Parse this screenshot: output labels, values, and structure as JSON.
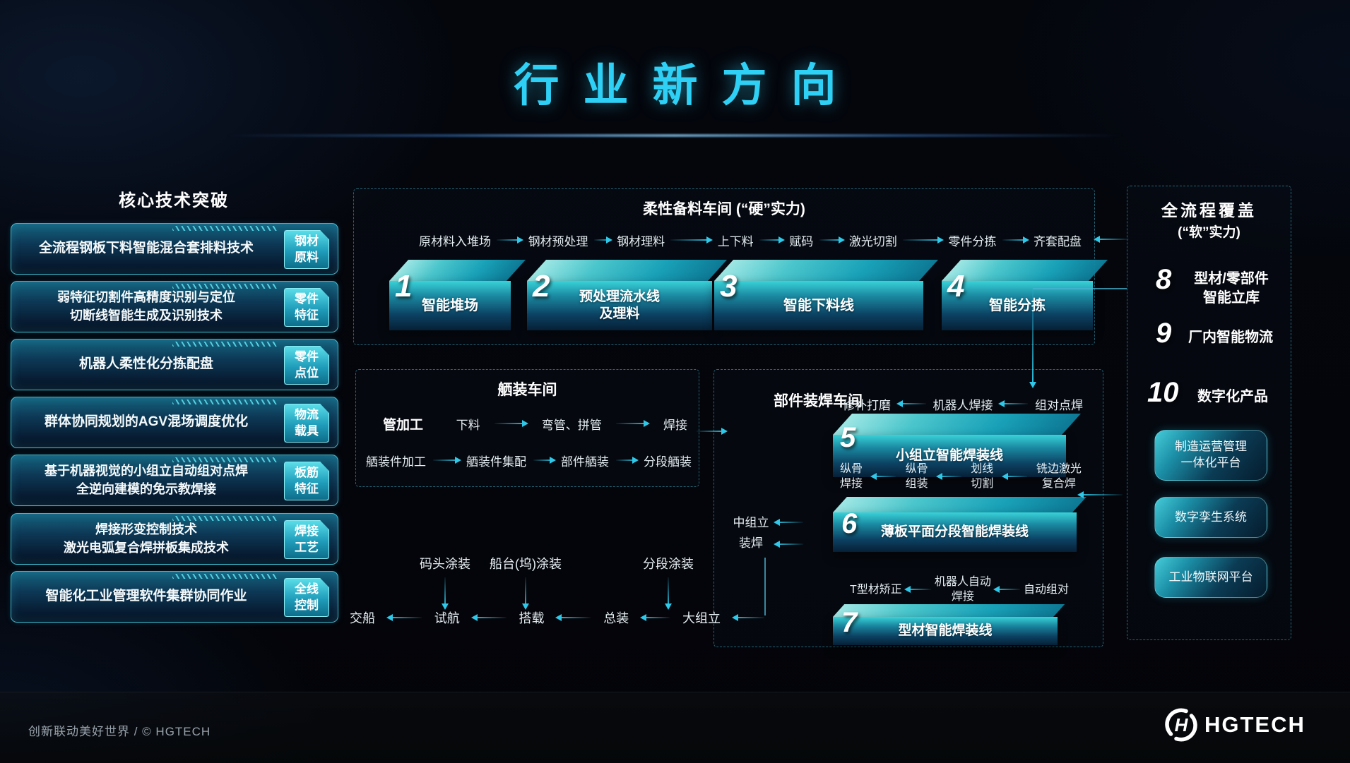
{
  "page": {
    "title": "行业新方向"
  },
  "sidebar": {
    "heading": "核心技术突破",
    "items": [
      {
        "text": [
          "全流程钢板下料智能混合套排料技术"
        ],
        "tag": [
          "钢材",
          "原料"
        ]
      },
      {
        "text": [
          "弱特征切割件高精度识别与定位",
          "切断线智能生成及识别技术"
        ],
        "tag": [
          "零件",
          "特征"
        ]
      },
      {
        "text": [
          "机器人柔性化分拣配盘"
        ],
        "tag": [
          "零件",
          "点位"
        ]
      },
      {
        "text": [
          "群体协同规划的AGV混场调度优化"
        ],
        "tag": [
          "物流",
          "载具"
        ]
      },
      {
        "text": [
          "基于机器视觉的小组立自动组对点焊",
          "全逆向建模的免示教焊接"
        ],
        "tag": [
          "板筋",
          "特征"
        ]
      },
      {
        "text": [
          "焊接形变控制技术",
          "激光电弧复合焊拼板集成技术"
        ],
        "tag": [
          "焊接",
          "工艺"
        ]
      },
      {
        "text": [
          "智能化工业管理软件集群协同作业"
        ],
        "tag": [
          "全线",
          "控制"
        ]
      }
    ]
  },
  "prep": {
    "title": "柔性备料车间 (“硬”实力)",
    "flow": [
      "原材料入堆场",
      "钢材预处理",
      "钢材理料",
      "上下料",
      "赋码",
      "激光切割",
      "零件分拣",
      "齐套配盘"
    ],
    "stations": [
      {
        "num": "1",
        "label": [
          "智能堆场"
        ]
      },
      {
        "num": "2",
        "label": [
          "预处理流水线",
          "及理料"
        ]
      },
      {
        "num": "3",
        "label": [
          "智能下料线"
        ]
      },
      {
        "num": "4",
        "label": [
          "智能分拣"
        ]
      }
    ]
  },
  "outfit": {
    "title": "舾装车间",
    "head": "管加工",
    "row1": [
      "下料",
      "弯管、拼管",
      "焊接"
    ],
    "row2": [
      "舾装件加工",
      "舾装件集配",
      "部件舾装",
      "分段舾装"
    ]
  },
  "asm": {
    "title": "部件装焊车间",
    "s5": {
      "num": "5",
      "label": [
        "小组立智能焊装线"
      ],
      "steps": [
        [
          "修补打磨"
        ],
        [
          "机器人焊接"
        ],
        [
          "组对点焊"
        ]
      ]
    },
    "s6": {
      "num": "6",
      "label": [
        "薄板平面分段智能焊装线"
      ],
      "steps": [
        [
          "纵骨",
          "焊接"
        ],
        [
          "纵骨",
          "组装"
        ],
        [
          "划线",
          "切割"
        ],
        [
          "铣边激光",
          "复合焊"
        ]
      ]
    },
    "s7": {
      "num": "7",
      "label": [
        "型材智能焊装线"
      ],
      "steps": [
        [
          "T型材矫正"
        ],
        [
          "机器人自动",
          "焊接"
        ],
        [
          "自动组对"
        ]
      ]
    },
    "side": [
      "中组立",
      "装焊"
    ]
  },
  "final": {
    "top": [
      "码头涂装",
      "船台(坞)涂装",
      "分段涂装"
    ],
    "bottom": [
      "交船",
      "试航",
      "搭载",
      "总装",
      "大组立"
    ]
  },
  "coverage": {
    "title": "全流程覆盖",
    "subtitle": "(“软”实力)",
    "items": [
      {
        "num": "8",
        "label": [
          "型材/零部件",
          "智能立库"
        ]
      },
      {
        "num": "9",
        "label": [
          "厂内智能物流"
        ]
      },
      {
        "num": "10",
        "label": [
          "数字化产品"
        ]
      }
    ],
    "buttons": [
      [
        "制造运营管理",
        "一体化平台"
      ],
      [
        "数字孪生系统"
      ],
      [
        "工业物联网平台"
      ]
    ]
  },
  "footer": {
    "tagline": "创新联动美好世界 / © HGTECH",
    "brand": "HGTECH"
  },
  "colors": {
    "accent": "#2fd0f5",
    "arrow": "#2fc8e8",
    "panel_border": "#2f8fa3"
  }
}
